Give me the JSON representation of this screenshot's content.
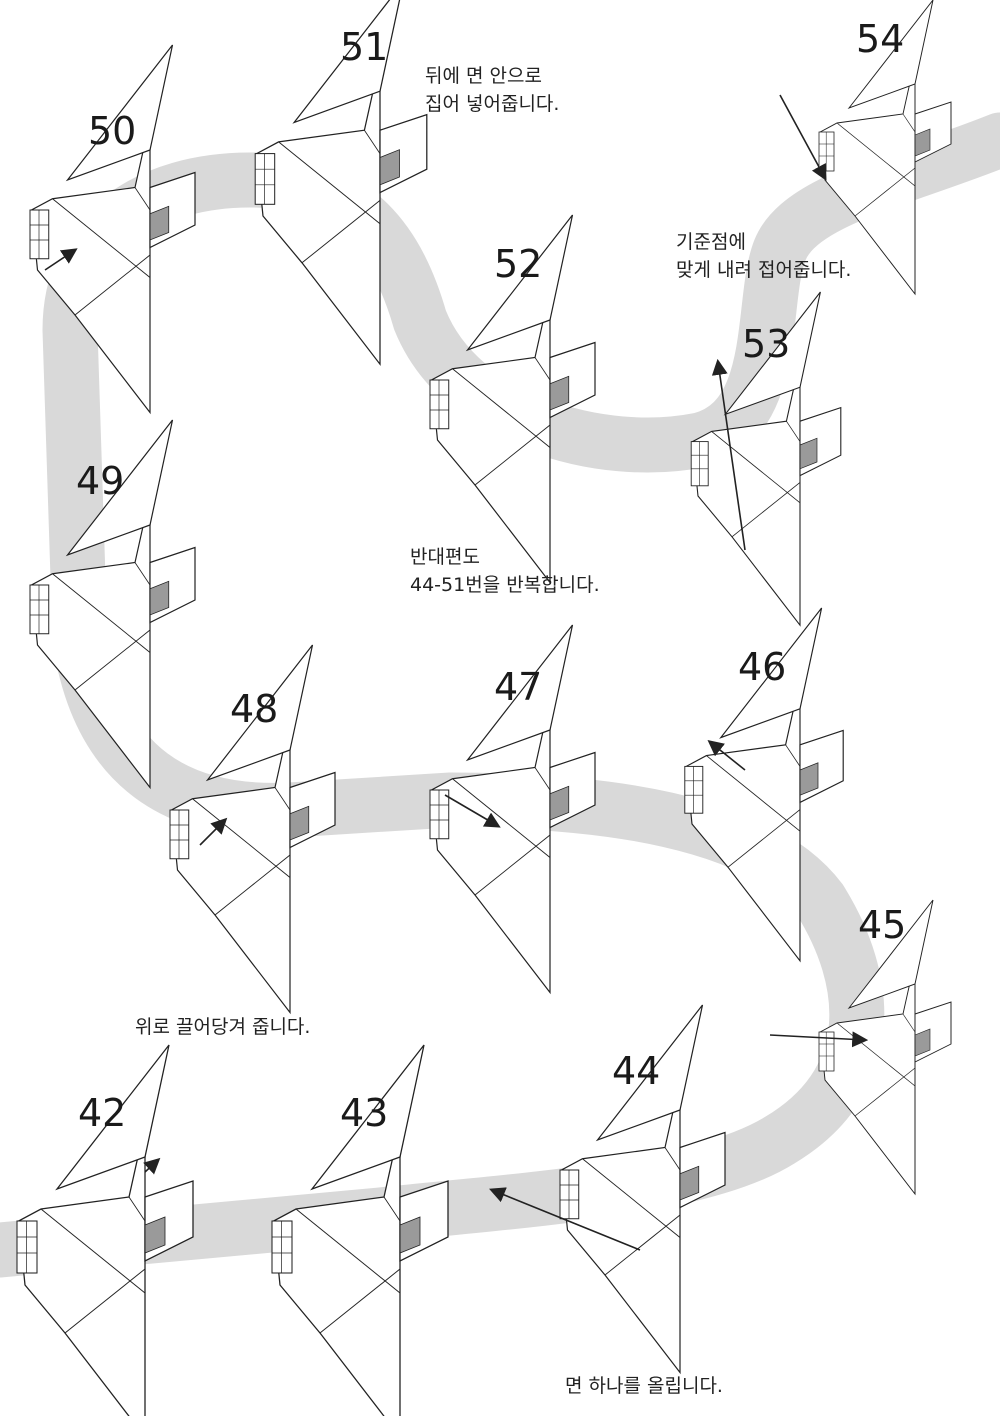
{
  "steps": {
    "s42": "42",
    "s43": "43",
    "s44": "44",
    "s45": "45",
    "s46": "46",
    "s47": "47",
    "s48": "48",
    "s49": "49",
    "s50": "50",
    "s51": "51",
    "s52": "52",
    "s53": "53",
    "s54": "54"
  },
  "notes": {
    "step51": [
      "뒤에 면 안으로",
      "집어 넣어줍니다."
    ],
    "step54": [
      "기준점에",
      "맞게 내려 접어줍니다."
    ],
    "repeat": [
      "반대편도",
      "44-51번을 반복합니다."
    ],
    "pull_up": "위로 끌어당겨 줍니다.",
    "lift_flap": "면 하나를 올립니다."
  },
  "colors": {
    "path_band": "#d9d9d9",
    "paper": "#ffffff",
    "line": "#222222",
    "shade": "#9a9a9a"
  }
}
